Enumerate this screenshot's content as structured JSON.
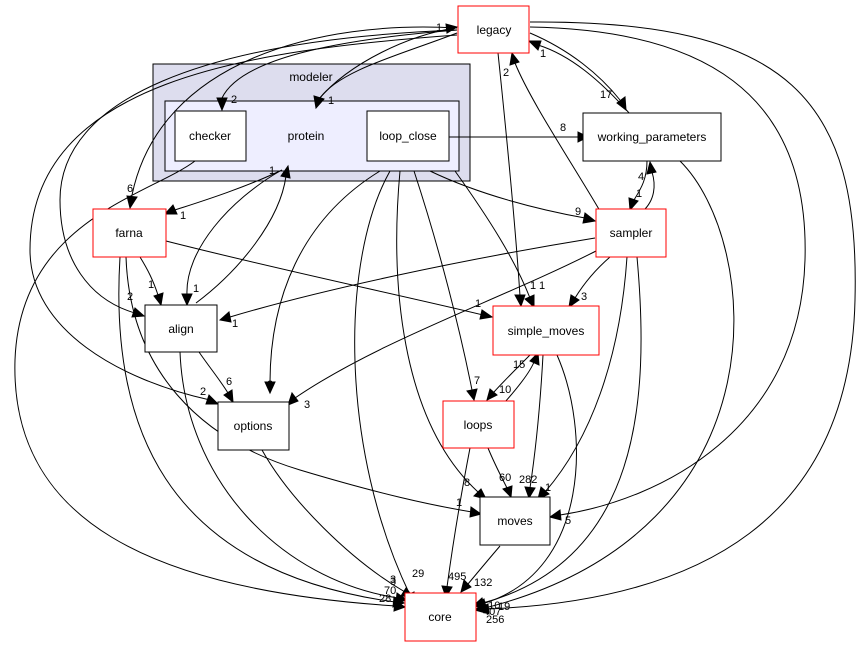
{
  "colors": {
    "outer_cluster_fill": "#DDDDEE",
    "outer_cluster_stroke": "#000000",
    "inner_cluster_fill": "#EEEEFF",
    "node_red_border": "#FF0000",
    "node_black_border": "#000000",
    "edge": "#000000",
    "background": "#FFFFFF"
  },
  "clusters": {
    "modeler": "modeler",
    "protein": "protein"
  },
  "nodes": {
    "legacy": "legacy",
    "checker": "checker",
    "loop_close": "loop_close",
    "working_parameters": "working_parameters",
    "farna": "farna",
    "sampler": "sampler",
    "align": "align",
    "simple_moves": "simple_moves",
    "options": "options",
    "loops": "loops",
    "moves": "moves",
    "core": "core"
  },
  "edge_labels": {
    "protein_legacy": "1",
    "legacy_checker": "2",
    "legacy_protein": "1",
    "loop_close_wp": "8",
    "protein_farna": "1",
    "protein_align": "1",
    "align_protein": "1",
    "loop_close_sampler": "9",
    "loop_close_simple_moves": "1",
    "loop_close_options": "2",
    "loop_close_loops": "7",
    "loop_close_core": "29",
    "checker_core": "3",
    "sampler_legacy": "2",
    "wp_legacy": "1",
    "legacy_wp": "17",
    "wp_sampler": "4",
    "sampler_wp": "1",
    "sampler_align": "1",
    "sampler_options": "3",
    "sampler_simple_moves": "3",
    "sampler_moves": "1",
    "legacy_farna": "6",
    "legacy_align": "2",
    "legacy_simple_moves": "1",
    "legacy_options": "2",
    "legacy_moves": "5",
    "legacy_core": "19",
    "farna_align": "1",
    "farna_simple_moves": "1",
    "farna_core": "28",
    "farna_moves": "1",
    "align_options": "6",
    "align_core": "70",
    "simple_moves_loops": "10",
    "loops_simple_moves": "15",
    "simple_moves_moves": "282",
    "simple_moves_core": "510",
    "loops_moves": "60",
    "loops_core": "8",
    "options_core": "3",
    "moves_core": "495",
    "moves_core_b": "132",
    "sampler_core": "407",
    "wp_core": "256"
  }
}
